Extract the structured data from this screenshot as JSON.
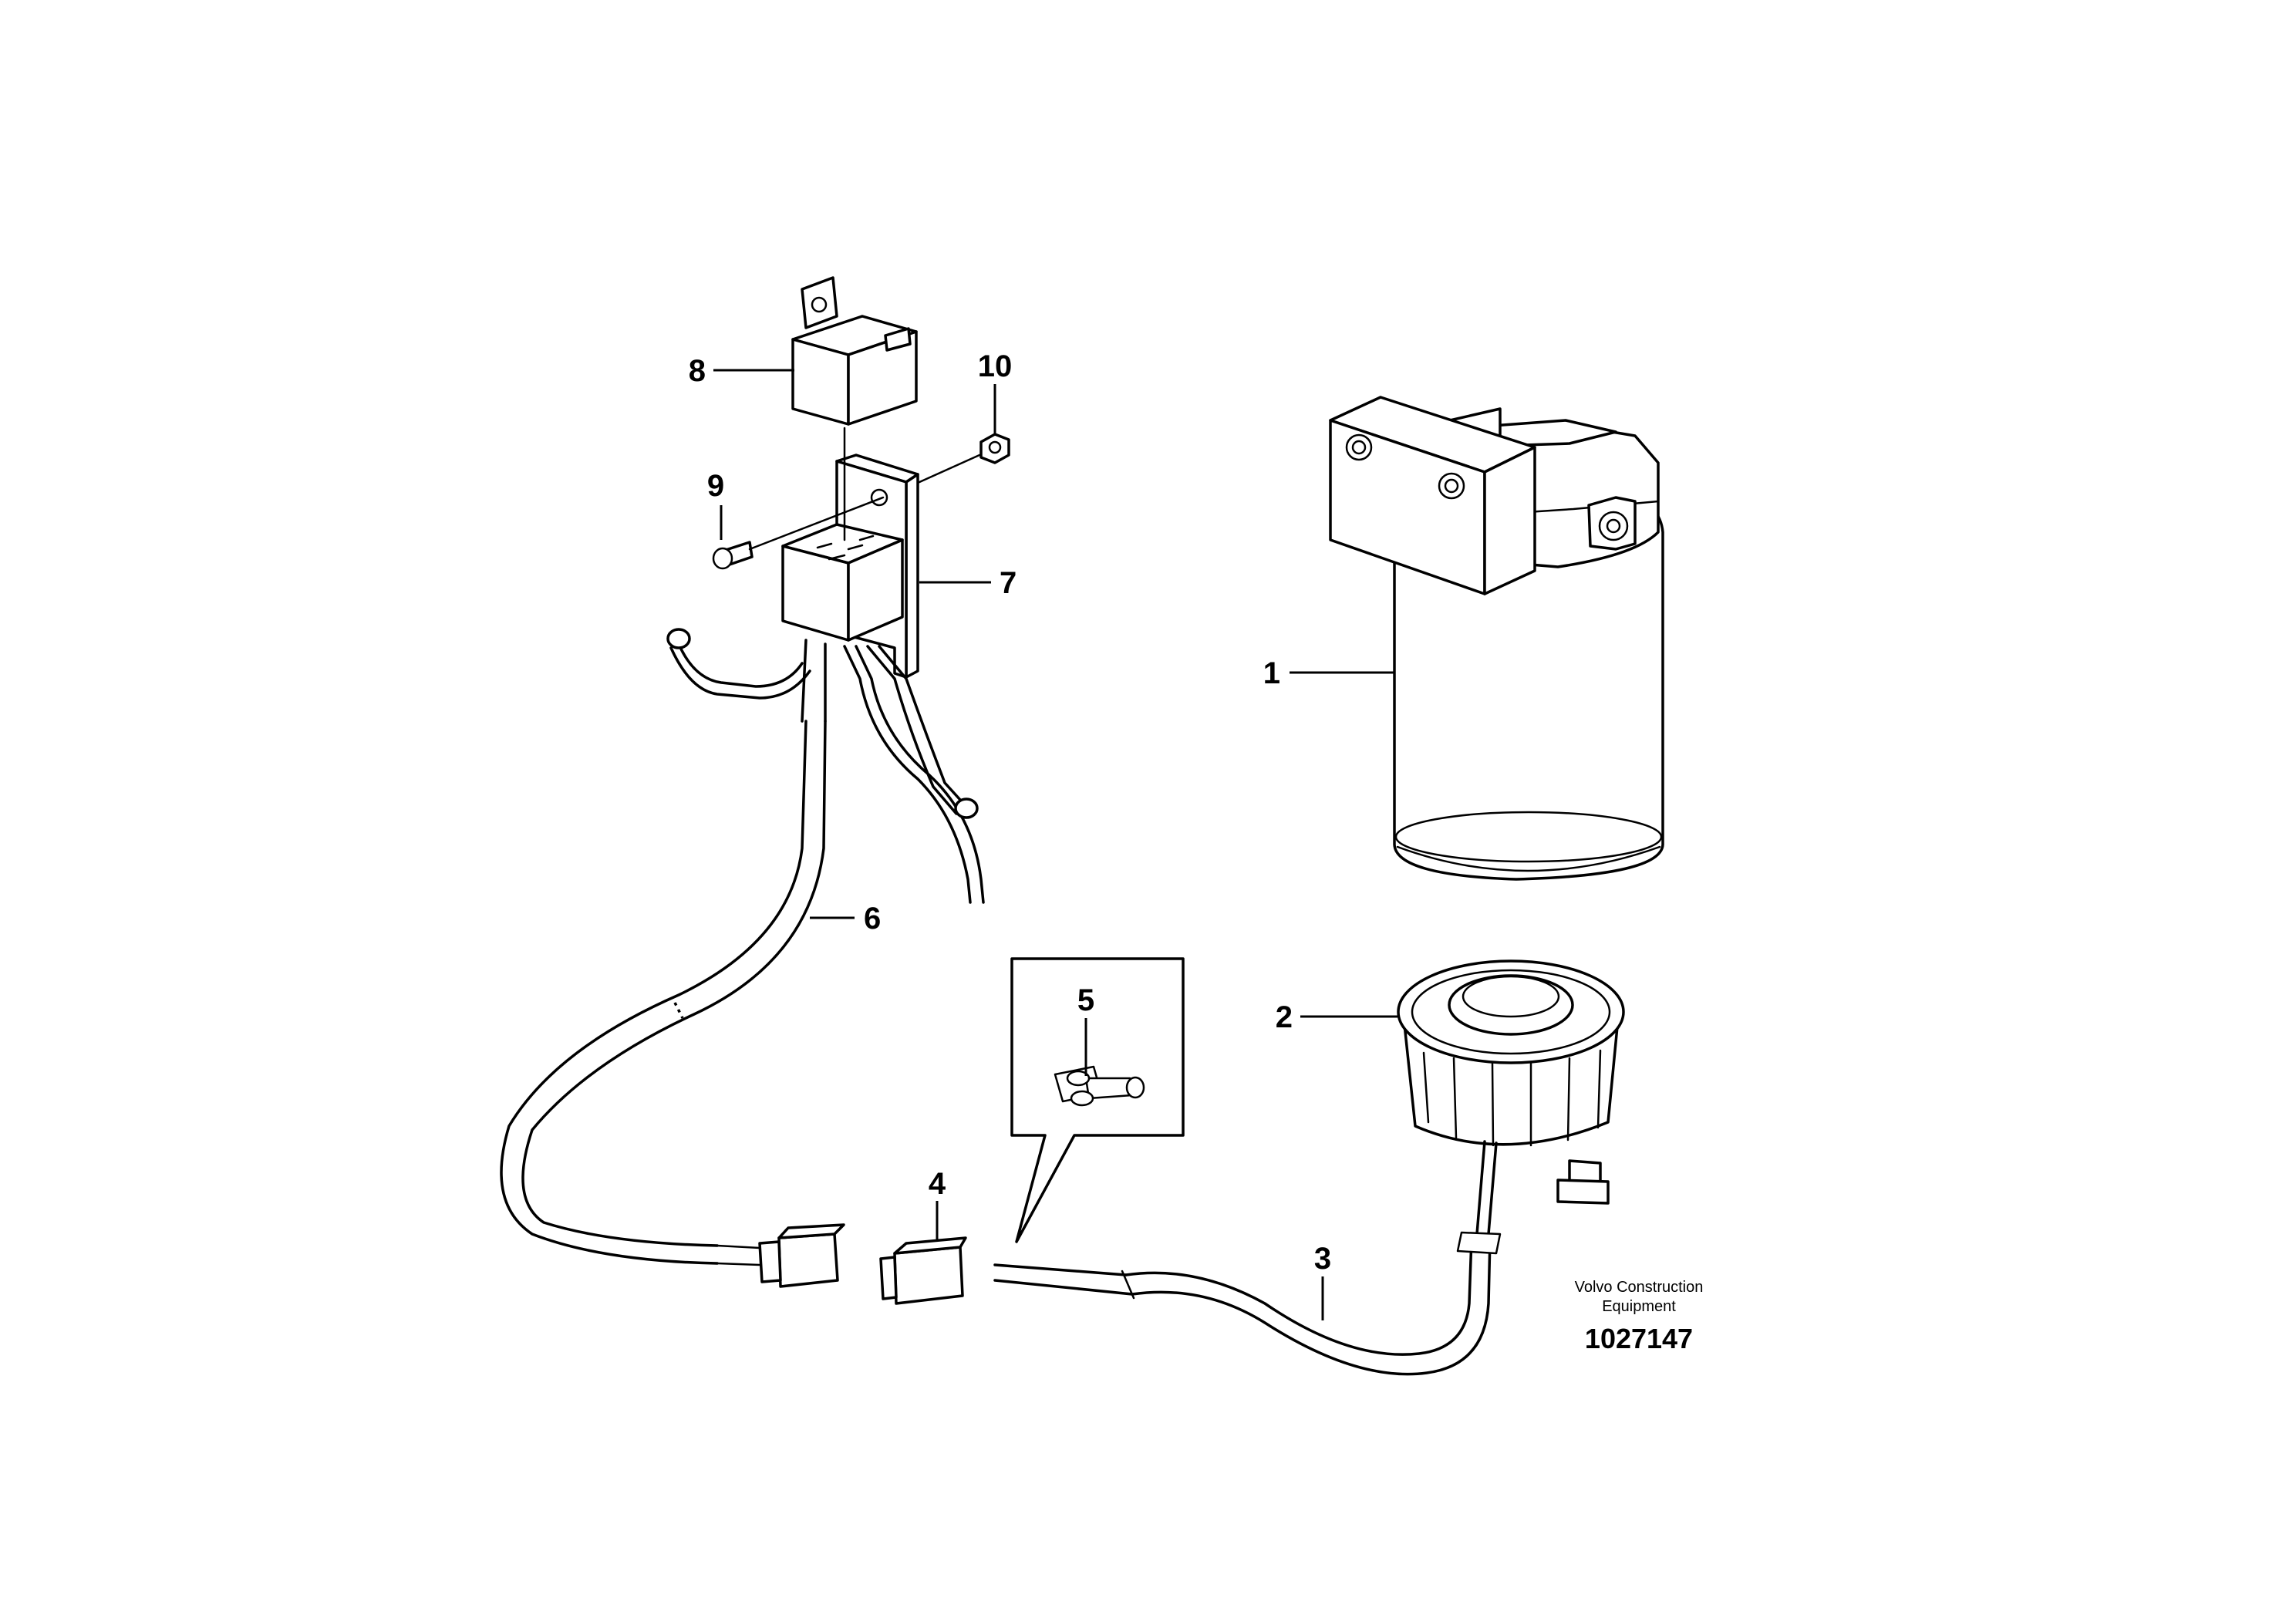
{
  "callouts": {
    "c1": "1",
    "c2": "2",
    "c3": "3",
    "c4": "4",
    "c5": "5",
    "c6": "6",
    "c7": "7",
    "c8": "8",
    "c9": "9",
    "c10": "10"
  },
  "brand": {
    "line1": "Volvo Construction",
    "line2": "Equipment",
    "part_number": "1027147"
  }
}
